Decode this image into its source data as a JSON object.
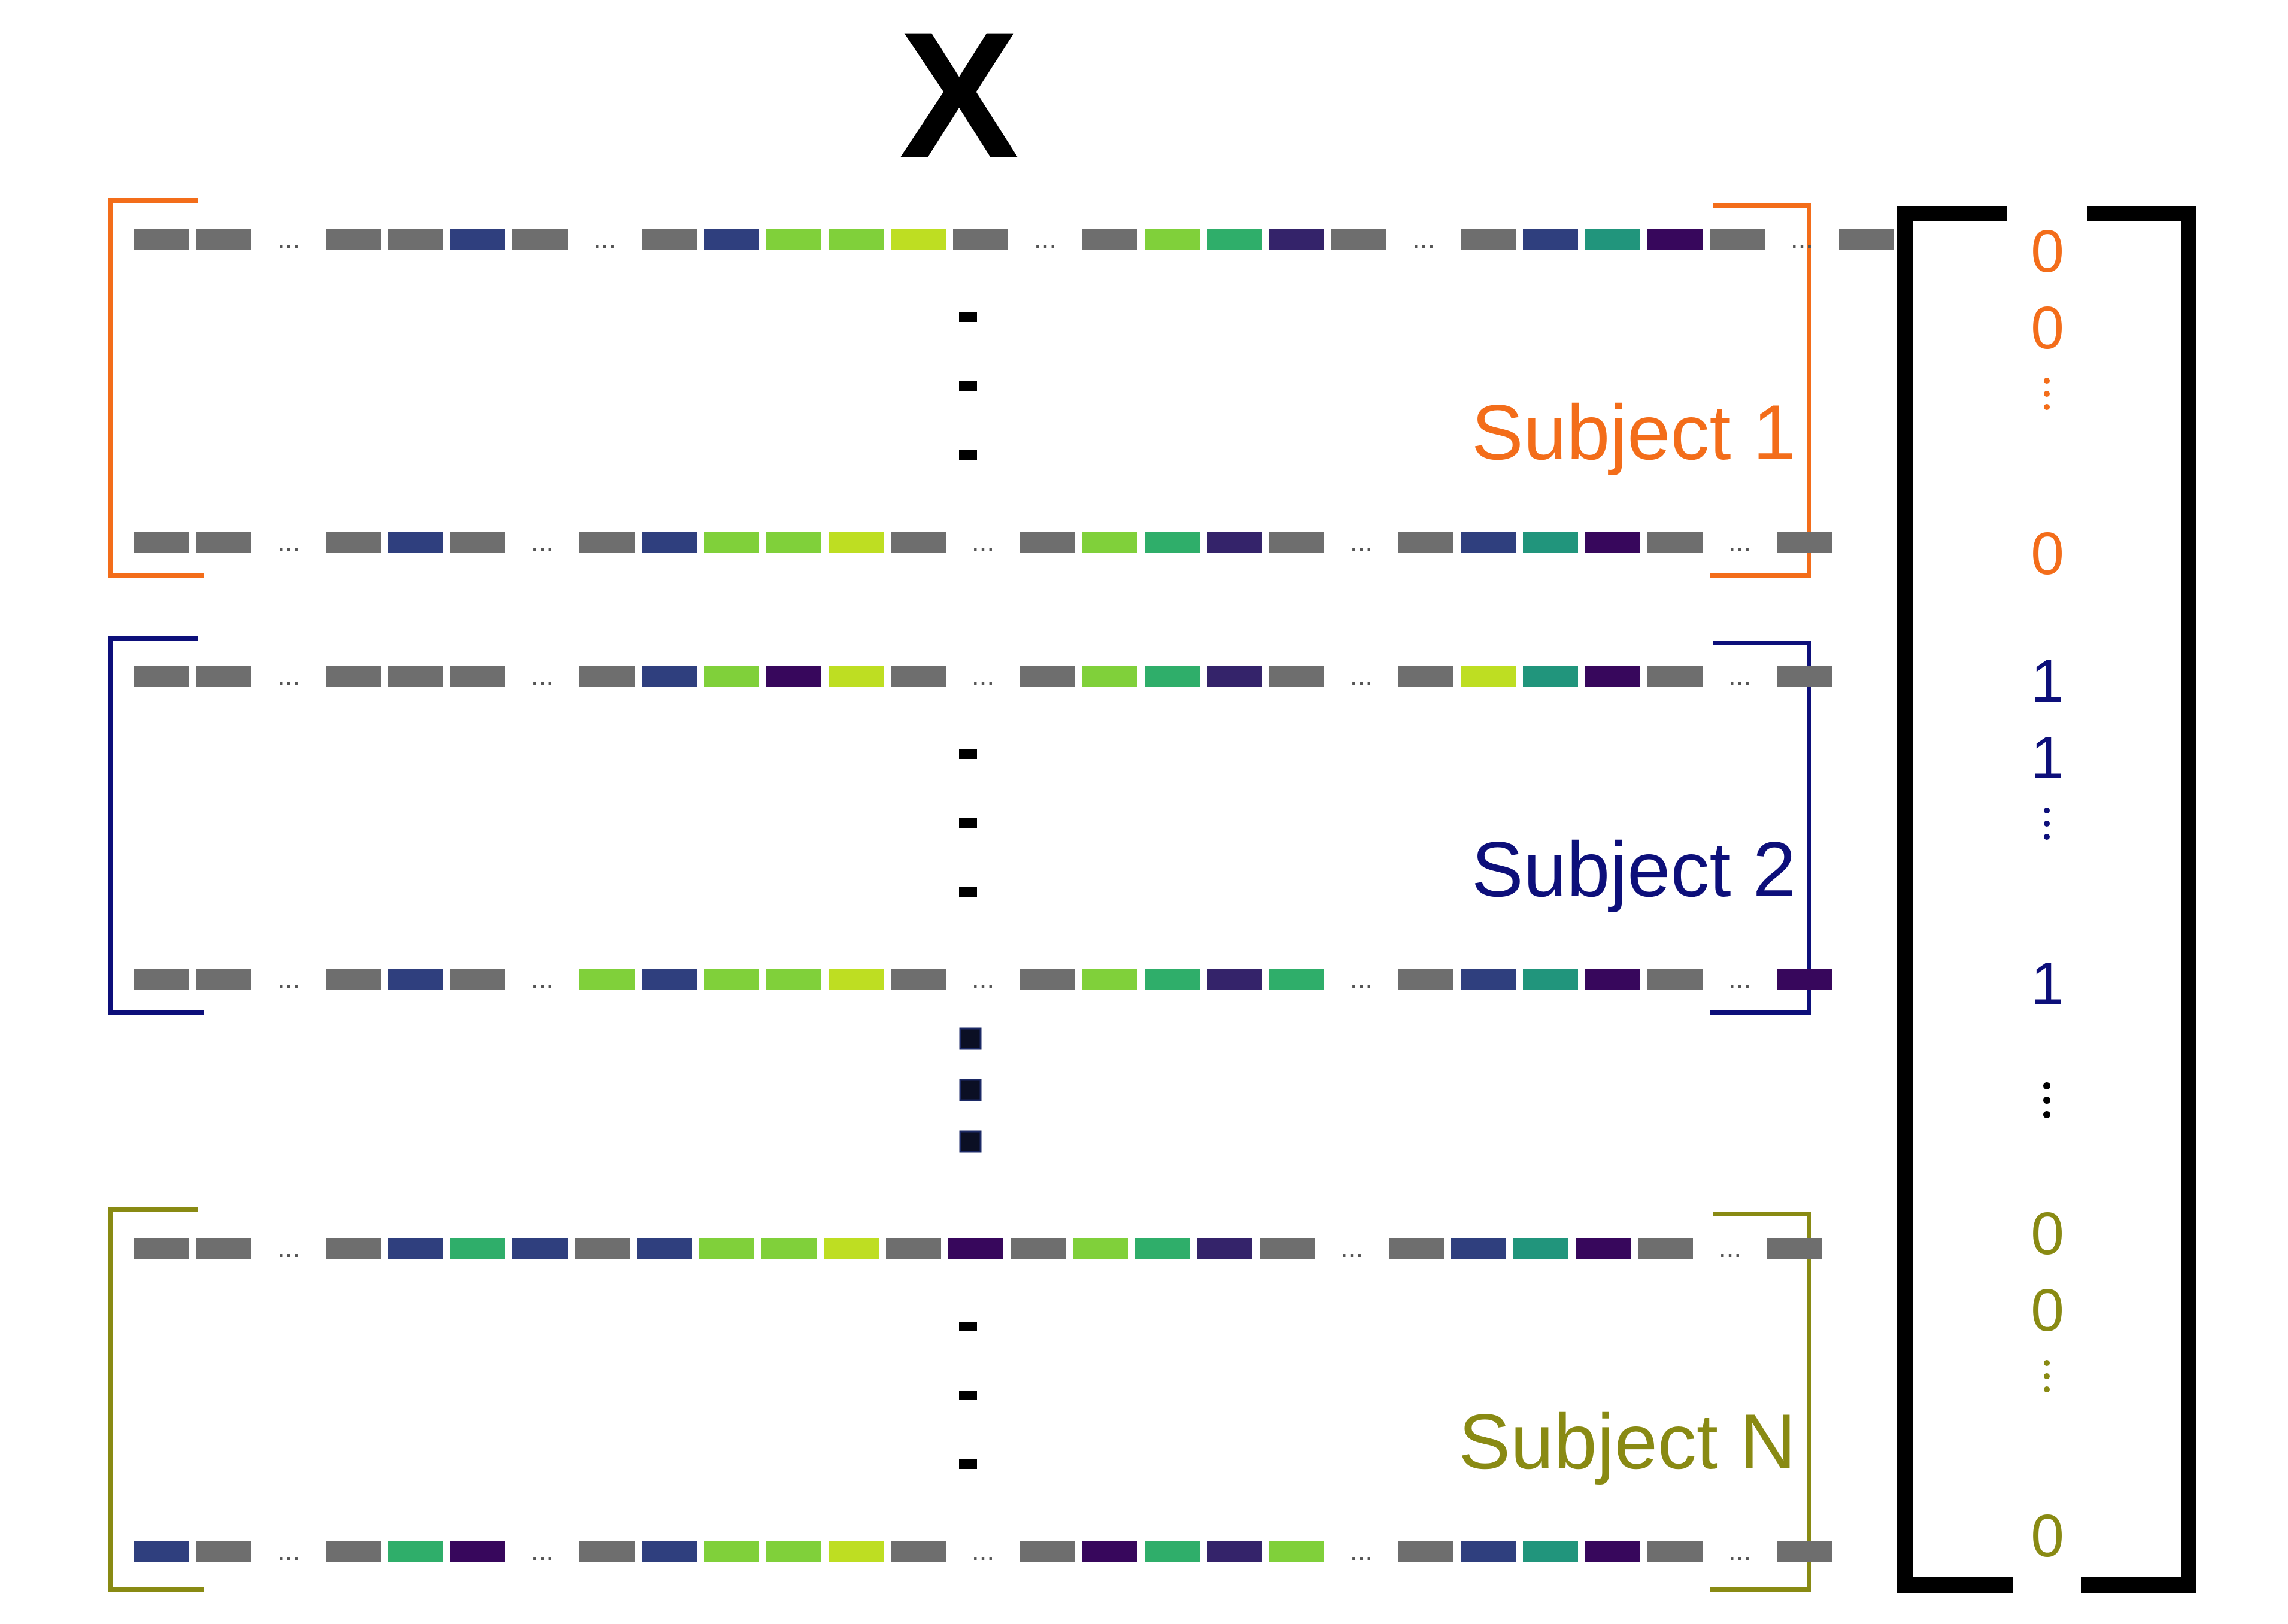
{
  "title": "X",
  "colors": {
    "grey": "#6e6e6e",
    "palette": {
      "N": "#2f3f7e",
      "D": "#34236a",
      "K": "#37075c",
      "G": "#2fae6a",
      "T": "#21957c",
      "L": "#80d03a",
      "Y": "#bede22",
      "g": "#6e6e6e"
    },
    "subject_1": "#f36d1a",
    "subject_2": "#0d0f7a",
    "subject_N": "#898a13",
    "y_bracket": "#000000",
    "ellipsis": "#000000"
  },
  "feature_separator": "...",
  "subjects": [
    {
      "id": "subject-1",
      "label": "Subject 1",
      "color": "#f36d1a",
      "rows": [
        [
          "gg.ggNg.gNLLYg.gLGDg.gNTKg.g"
        ],
        [
          "gg.gNg.gNLLYg.gLGDg.gNTKg.g"
        ]
      ]
    },
    {
      "id": "subject-2",
      "label": "Subject 2",
      "color": "#0d0f7a",
      "rows": [
        [
          "gg.ggg.gNLKYg.gLGDg.gYTKg.g"
        ],
        [
          "gg.gNg.LNLLYg.gLGDG.gNTKg.K"
        ]
      ]
    },
    {
      "id": "subject-N",
      "label": "Subject N",
      "color": "#898a13",
      "rows": [
        [
          "gg.gNGNgNLLYgKgLGDg.gNTKg.g"
        ],
        [
          "Ng.gGK.gNLLYg.gKGDL.gNTKg.g"
        ]
      ]
    }
  ],
  "y_vector": [
    {
      "values": [
        "0",
        "0",
        "0"
      ],
      "color": "#f36d1a"
    },
    {
      "values": [
        "1",
        "1",
        "1"
      ],
      "color": "#0d0f7a"
    },
    {
      "values": [
        "0",
        "0",
        "0"
      ],
      "color": "#898a13"
    }
  ]
}
